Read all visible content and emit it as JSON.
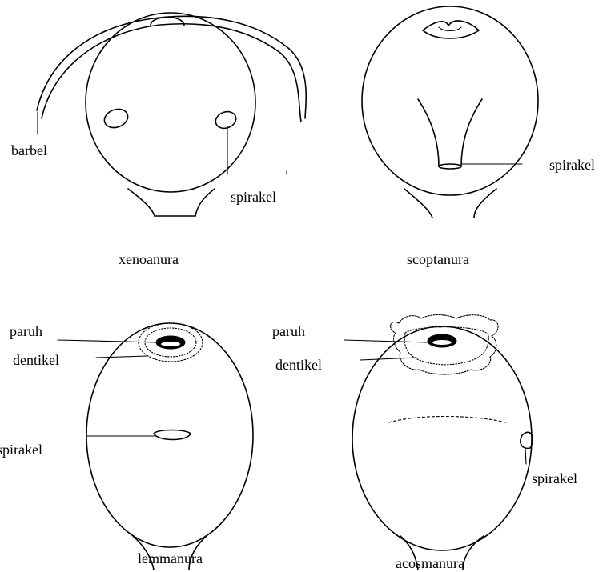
{
  "labels": {
    "xeno": {
      "barbel": "barbel",
      "spirakel": "spirakel",
      "caption": "xenoanura"
    },
    "scopt": {
      "spirakel": "spirakel",
      "caption": "scoptanura"
    },
    "lemm": {
      "paruh": "paruh",
      "dentikel": "dentikel",
      "spirakel": "spirakel",
      "caption": "lemmanura"
    },
    "acos": {
      "paruh": "paruh",
      "dentikel": "dentikel",
      "spirakel": "spirakel",
      "caption": "acosmanura"
    }
  }
}
